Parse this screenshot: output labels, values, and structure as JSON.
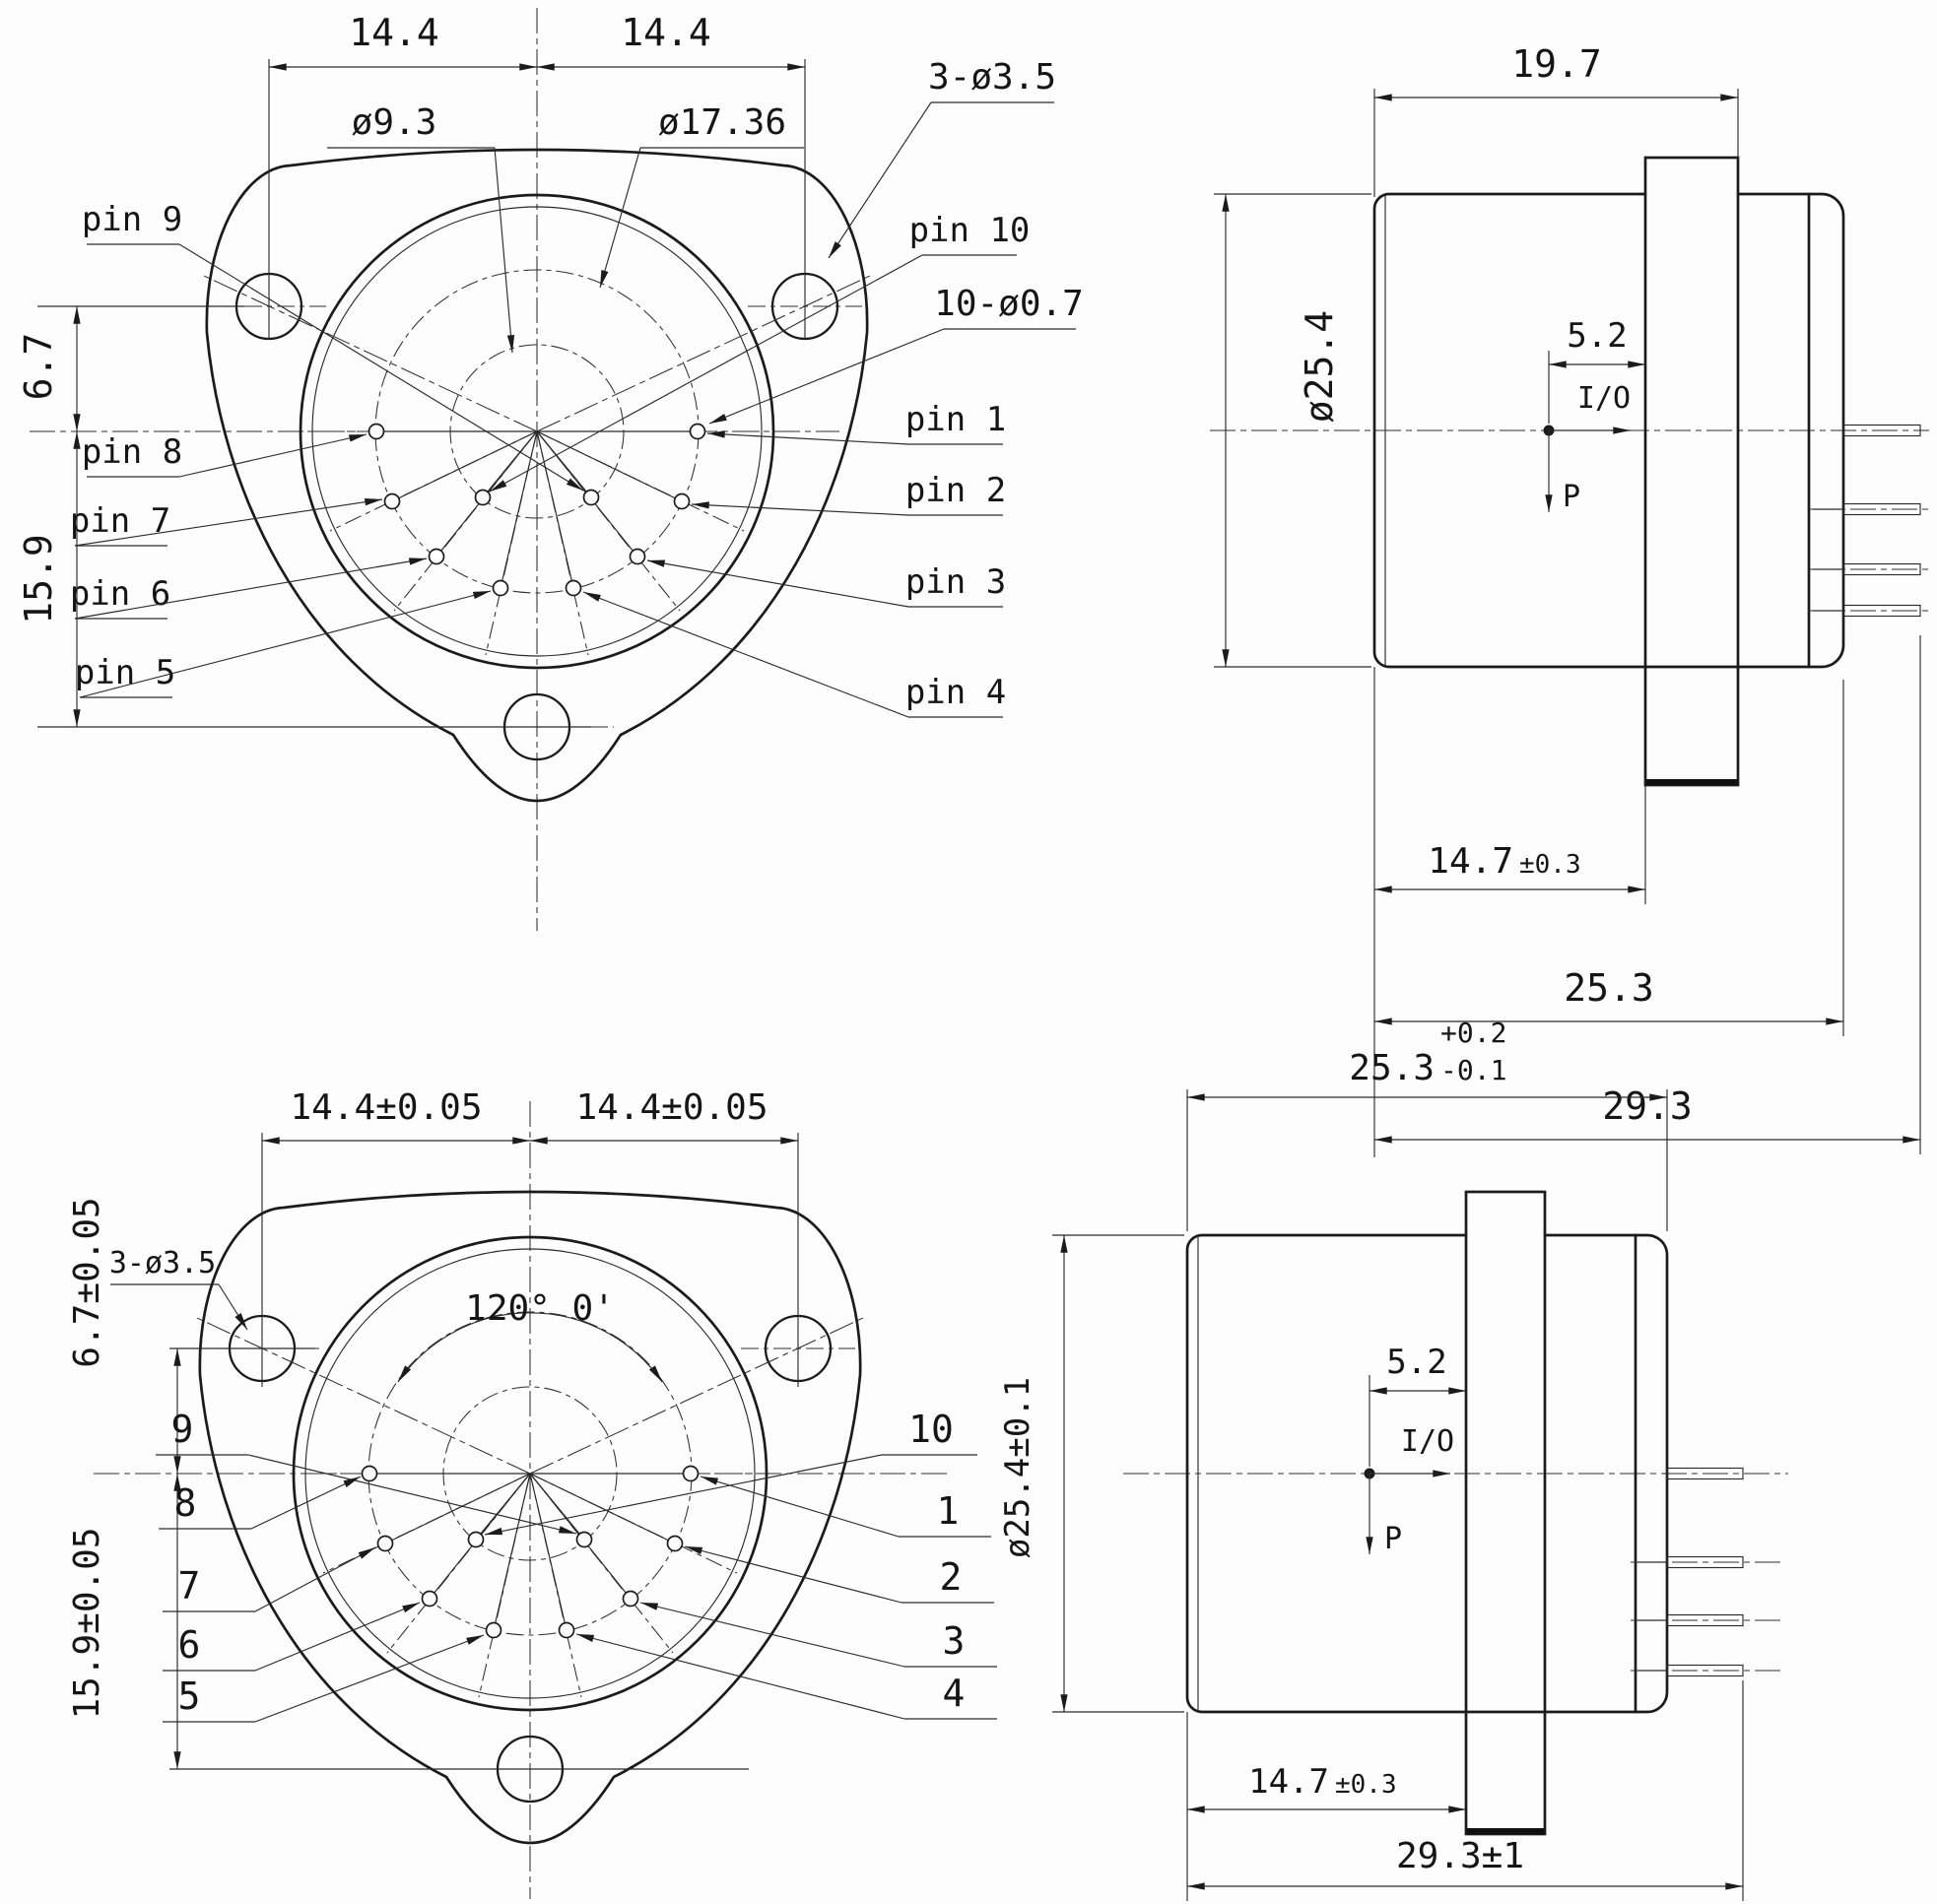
{
  "drawing": {
    "front_top": {
      "dim_left": "14.4",
      "dim_right": "14.4",
      "dim_hole_offset": "6.7",
      "dim_pin_offset": "15.9",
      "label_inner_pin_circle": "ø9.3",
      "label_outer_pin_circle": "ø17.36",
      "label_mount_holes": "3-ø3.5",
      "label_pin_holes": "10-ø0.7",
      "pins": [
        "pin 1",
        "pin 2",
        "pin 3",
        "pin 4",
        "pin 5",
        "pin 6",
        "pin 7",
        "pin 8",
        "pin 9",
        "pin 10"
      ]
    },
    "front_bottom": {
      "dim_left": "14.4±0.05",
      "dim_right": "14.4±0.05",
      "dim_hole_offset": "6.7±0.05",
      "dim_pin_offset": "15.9±0.05",
      "label_mount_holes": "3-ø3.5",
      "label_angle": "120° 0'",
      "pins": [
        "1",
        "2",
        "3",
        "4",
        "5",
        "6",
        "7",
        "8",
        "9",
        "10"
      ]
    },
    "side_top": {
      "dim_front_length": "19.7",
      "dim_diameter": "ø25.4",
      "dim_pin_plane": "5.2",
      "axis_io": "I/O",
      "axis_p": "P",
      "dim_flange": "14.7",
      "dim_flange_tol": "±0.3",
      "dim_body": "25.3",
      "dim_total": "29.3"
    },
    "side_bottom": {
      "dim_body": "25.3",
      "dim_body_tol_up": "+0.2",
      "dim_body_tol_dn": "-0.1",
      "dim_diameter": "ø25.4±0.1",
      "dim_pin_plane": "5.2",
      "axis_io": "I/O",
      "axis_p": "P",
      "dim_flange": "14.7",
      "dim_flange_tol": "±0.3",
      "dim_total": "29.3±1"
    }
  }
}
